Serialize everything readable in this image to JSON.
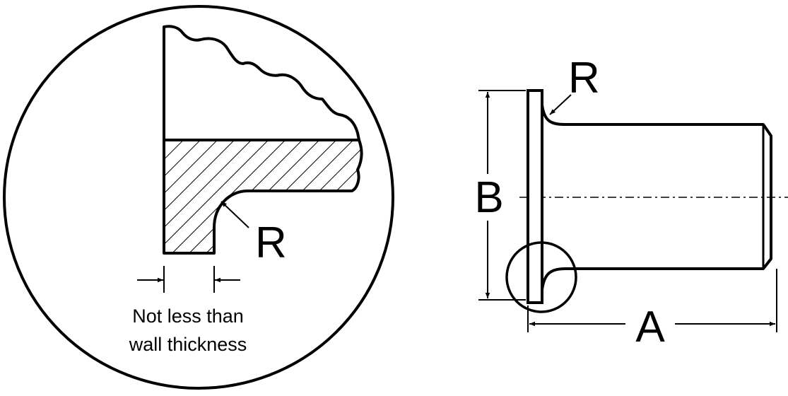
{
  "detail_view": {
    "radius_label": "R",
    "note_line_1": "Not less than",
    "note_line_2": "wall thickness"
  },
  "side_view": {
    "radius_label": "R",
    "dimension_a_label": "A",
    "dimension_b_label": "B"
  },
  "colors": {
    "line": "#000000",
    "background": "#ffffff"
  }
}
